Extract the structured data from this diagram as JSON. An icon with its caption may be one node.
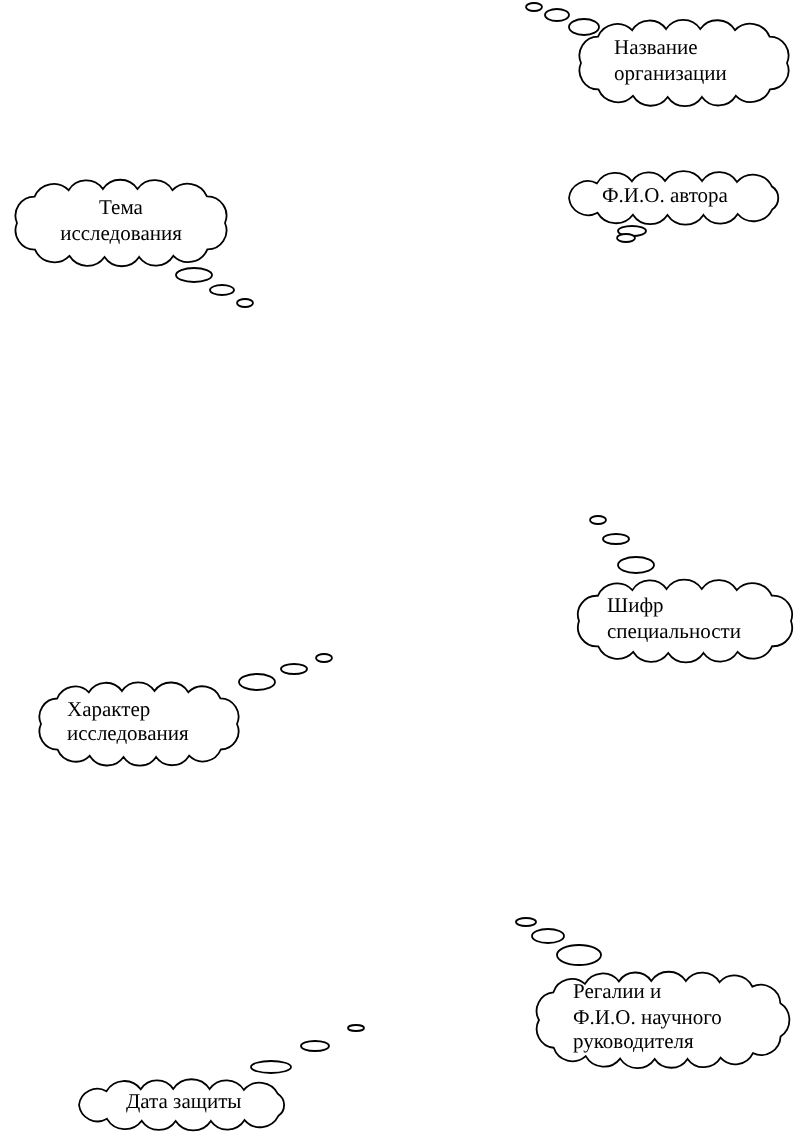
{
  "diagram": {
    "nodes": [
      {
        "text": [
          "Название организации"
        ]
      },
      {
        "text": [
          "Ф.И.О. автора"
        ]
      },
      {
        "text": [
          "Тема исследования"
        ]
      },
      {
        "text": [
          "Шифр специальности"
        ]
      },
      {
        "text": [
          "Характер исследования"
        ]
      },
      {
        "text": [
          "Регалии и Ф.И.О. научного руководителя"
        ]
      },
      {
        "text": [
          "Дата защиты"
        ]
      }
    ]
  }
}
